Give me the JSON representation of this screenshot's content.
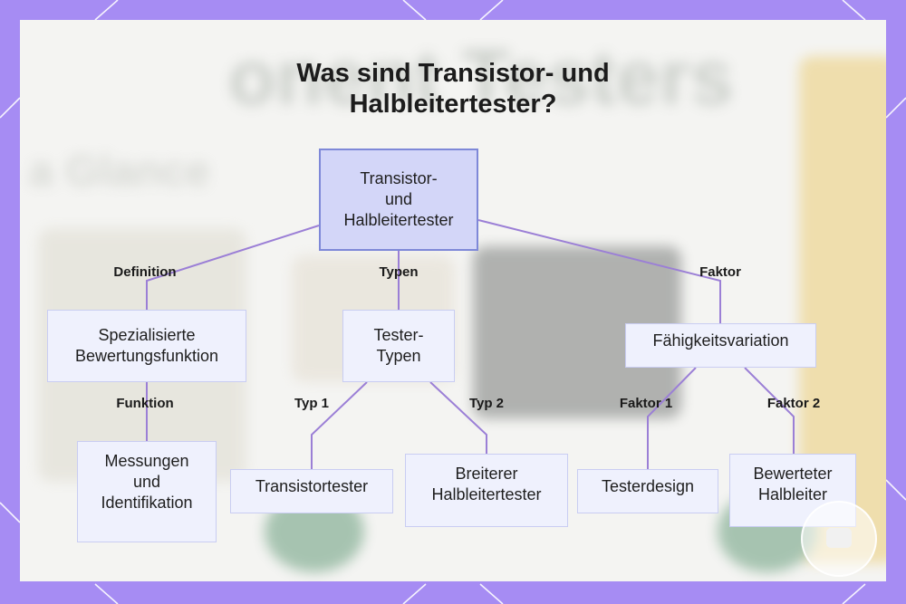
{
  "title_lines": [
    "Was sind Transistor- und",
    "Halbleitertester?"
  ],
  "nodes": {
    "root": "Transistor-\nund\nHalbleitertester",
    "definition_target": "Spezialisierte\nBewertungsfunktion",
    "types_target": "Tester-\nTypen",
    "factor_target": "Fähigkeitsvariation",
    "function_target": "Messungen\nund\nIdentifikation",
    "type1_target": "Transistortester",
    "type2_target": "Breiterer\nHalbleitertester",
    "factor1_target": "Testerdesign",
    "factor2_target": "Bewerteter\nHalbleiter"
  },
  "edge_labels": {
    "definition": "Definition",
    "types": "Typen",
    "factor": "Faktor",
    "function": "Funktion",
    "type1": "Typ 1",
    "type2": "Typ 2",
    "factor1": "Faktor 1",
    "factor2": "Faktor 2"
  },
  "background_text": [
    "onent Testers",
    "a Glance"
  ],
  "colors": {
    "frame": "#a68cf3",
    "connector": "#9b7fd6",
    "root_fill": "#d3d6f8",
    "root_border": "#7e88d8",
    "node_fill": "#eff1fd",
    "node_border": "#c9cdf2"
  }
}
